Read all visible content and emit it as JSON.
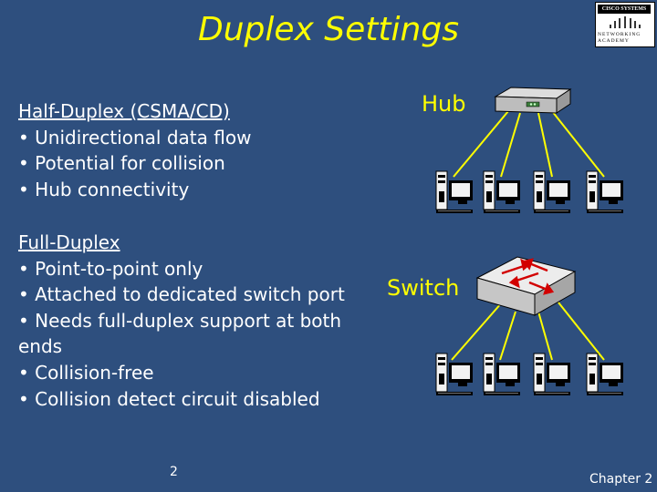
{
  "title": "Duplex Settings",
  "logo": {
    "top": "CISCO SYSTEMS",
    "bottom_line1": "NETWORKING",
    "bottom_line2": "ACADEMY",
    "mark": "cisco-bridge-logo"
  },
  "half_duplex": {
    "heading": "Half-Duplex (CSMA/CD)",
    "bullets": [
      "• Unidirectional data flow",
      "• Potential for collision",
      "• Hub connectivity"
    ]
  },
  "full_duplex": {
    "heading": "Full-Duplex",
    "bullets": [
      "• Point-to-point only",
      "• Attached to dedicated switch port",
      "• Needs full-duplex support at both ends",
      "• Collision-free",
      "• Collision detect circuit disabled"
    ]
  },
  "diagram": {
    "hub_label": "Hub",
    "switch_label": "Switch",
    "hub_icon": "hub-icon",
    "switch_icon": "switch-icon",
    "computer_icon": "computer-icon",
    "link_color": "#ffff00",
    "label_color": "#ffff00"
  },
  "footer": {
    "page_number": "2",
    "chapter": "Chapter 2"
  },
  "colors": {
    "background": "#2e4f7e",
    "title": "#ffff00",
    "text": "#ffffff"
  }
}
